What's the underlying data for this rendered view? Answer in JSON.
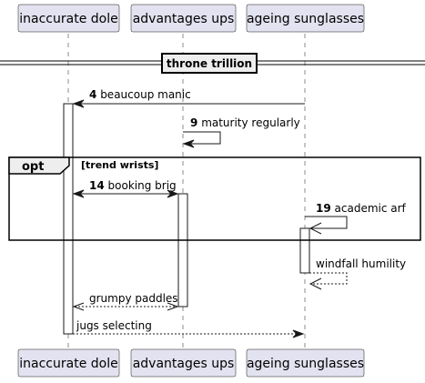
{
  "participants": [
    {
      "id": "dole",
      "label": "inaccurate dole"
    },
    {
      "id": "ups",
      "label": "advantages ups"
    },
    {
      "id": "sun",
      "label": "ageing sunglasses"
    }
  ],
  "divider": {
    "label": "throne trillion"
  },
  "fragment": {
    "keyword": "opt",
    "guard": "[trend wrists]"
  },
  "messages": [
    {
      "num": "4",
      "text": "beaucoup manic"
    },
    {
      "num": "9",
      "text": "maturity regularly"
    },
    {
      "num": "14",
      "text": "booking brig"
    },
    {
      "num": "19",
      "text": "academic arf"
    },
    {
      "num": "",
      "text": "windfall humility"
    },
    {
      "num": "",
      "text": "grumpy paddles"
    },
    {
      "num": "",
      "text": "jugs selecting"
    }
  ]
}
